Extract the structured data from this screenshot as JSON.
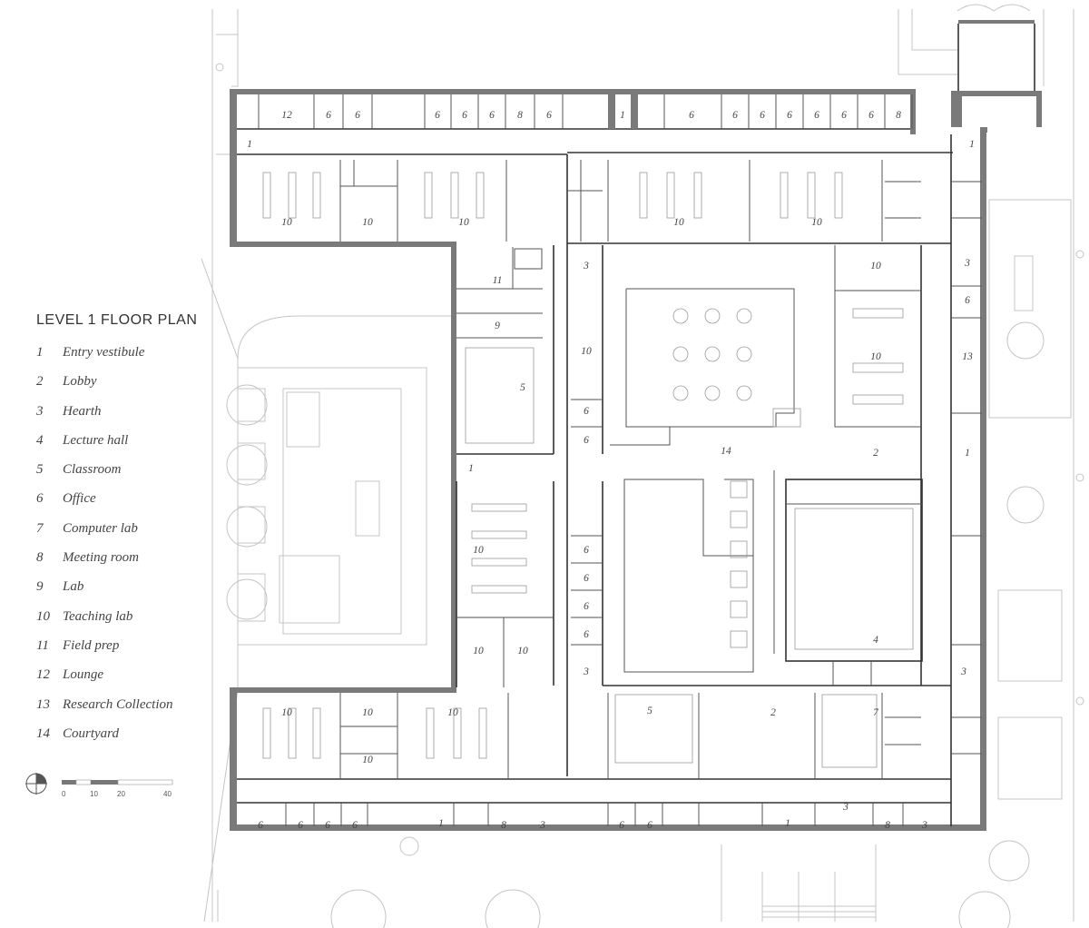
{
  "title": "LEVEL 1 FLOOR PLAN",
  "legend": [
    {
      "num": "1",
      "label": "Entry vestibule"
    },
    {
      "num": "2",
      "label": "Lobby"
    },
    {
      "num": "3",
      "label": "Hearth"
    },
    {
      "num": "4",
      "label": "Lecture hall"
    },
    {
      "num": "5",
      "label": "Classroom"
    },
    {
      "num": "6",
      "label": "Office"
    },
    {
      "num": "7",
      "label": "Computer lab"
    },
    {
      "num": "8",
      "label": "Meeting room"
    },
    {
      "num": "9",
      "label": "Lab"
    },
    {
      "num": "10",
      "label": "Teaching lab"
    },
    {
      "num": "11",
      "label": "Field prep"
    },
    {
      "num": "12",
      "label": "Lounge"
    },
    {
      "num": "13",
      "label": "Research Collection"
    },
    {
      "num": "14",
      "label": "Courtyard"
    }
  ],
  "scale_bar": [
    "0",
    "10",
    "20",
    "40"
  ],
  "room_labels": {
    "north_lounge": "12",
    "north_office_a": "6",
    "north_office_b": "6",
    "north_office_c": "6",
    "north_office_d": "6",
    "north_office_e": "6",
    "north_meeting_a": "8",
    "north_office_f": "6",
    "north_entry": "1",
    "north_office_g": "6",
    "north_office_h": "6",
    "north_office_i": "6",
    "north_office_j": "6",
    "north_office_k": "6",
    "north_office_l": "6",
    "north_office_m": "6",
    "north_meeting_b": "8",
    "nw_entry": "1",
    "ne_entry": "1",
    "n_lab_a": "10",
    "n_lab_b": "10",
    "n_lab_c": "10",
    "n_lab_d": "10",
    "n_lab_e": "10",
    "field_prep": "11",
    "lab_9": "9",
    "classroom_w": "5",
    "w_entry": "1",
    "hearth_nw": "3",
    "lab_mid_w": "10",
    "office_mid_a": "6",
    "office_mid_b": "6",
    "courtyard": "14",
    "lobby_e": "2",
    "lab_e_top": "10",
    "lab_e": "10",
    "hearth_ne": "3",
    "office_e": "6",
    "research": "13",
    "e_entry": "1",
    "lab_w_lower": "10",
    "office_c_a": "6",
    "office_c_b": "6",
    "office_c_c": "6",
    "office_c_d": "6",
    "lab_sw_a": "10",
    "lab_sw_b": "10",
    "hearth_sw": "3",
    "lecture": "4",
    "hearth_se": "3",
    "s_lab_a": "10",
    "s_lab_b": "10",
    "s_lab_c": "10",
    "s_lab_d": "10",
    "classroom_s": "5",
    "lobby_s": "2",
    "computer_lab": "7",
    "s_office_a": "6",
    "s_office_b": "6",
    "s_office_c": "6",
    "s_office_d": "6",
    "s_entry_a": "1",
    "s_meeting_a": "8",
    "s_hearth_a": "3",
    "s_office_e": "6",
    "s_office_f": "6",
    "s_entry_b": "1",
    "s_hearth_b": "3",
    "s_meeting_b": "8",
    "s_hearth_c": "3"
  }
}
